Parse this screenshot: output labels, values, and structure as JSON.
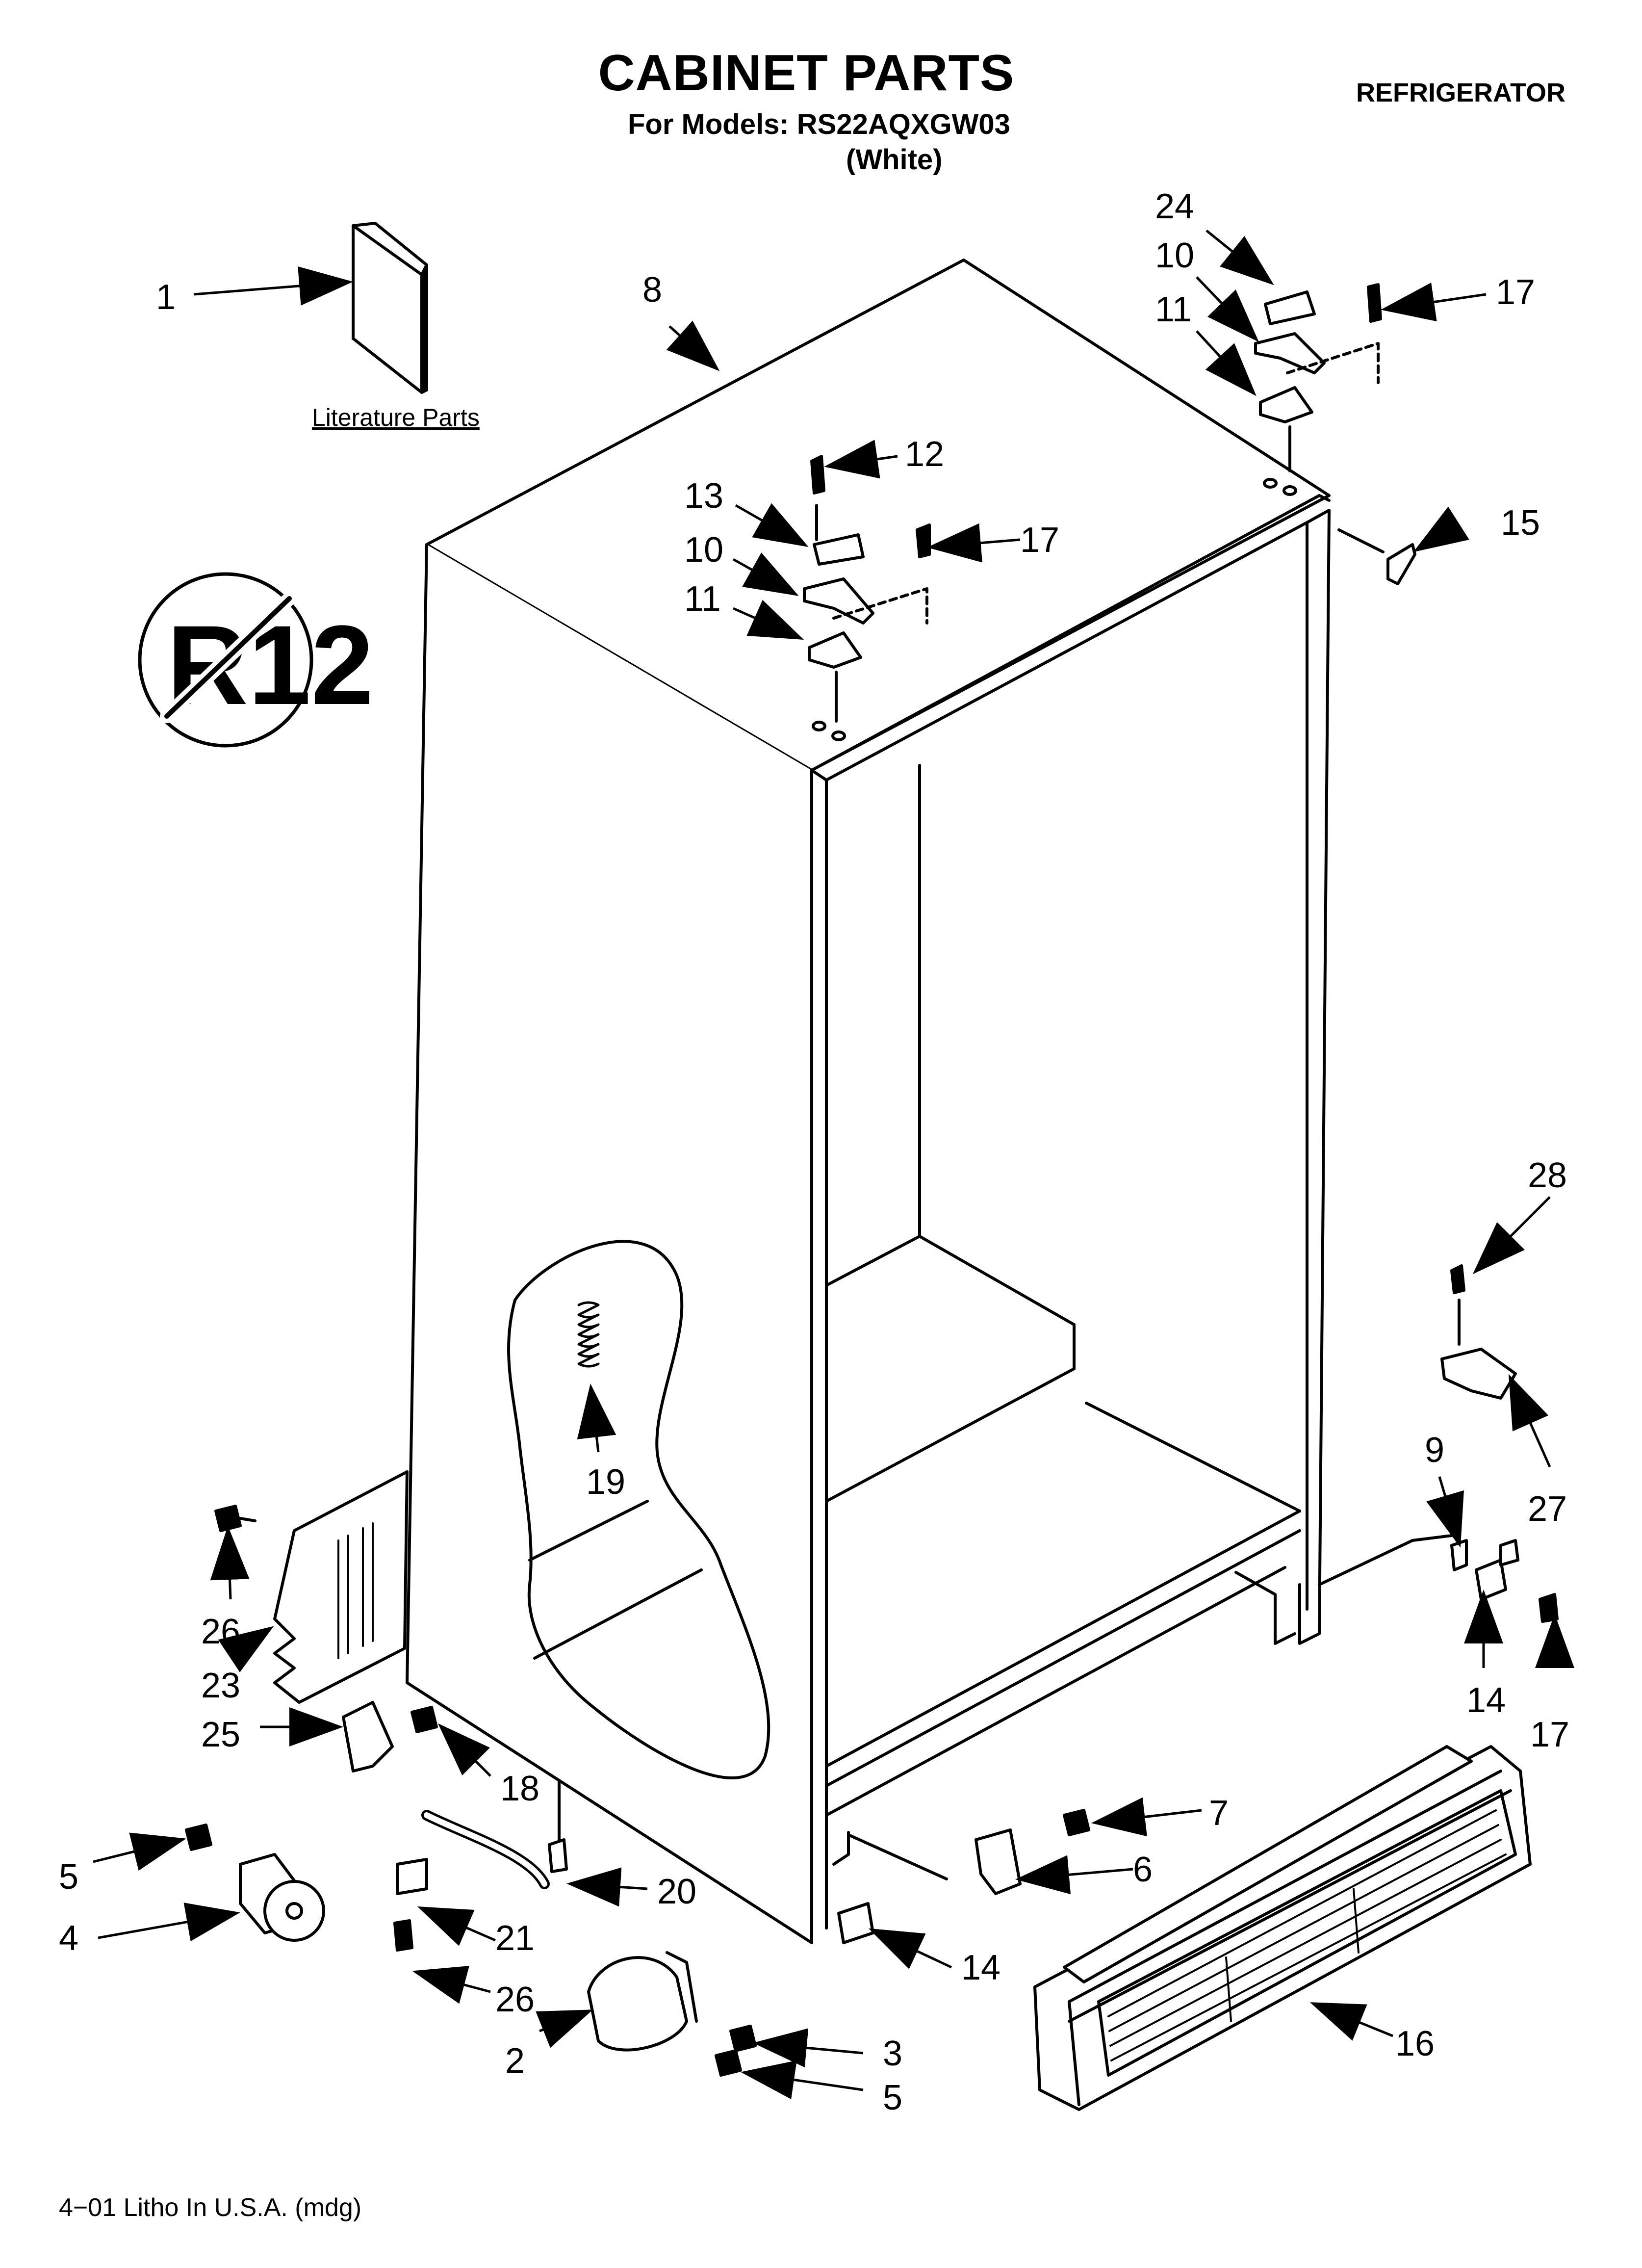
{
  "header": {
    "title": "CABINET PARTS",
    "models": "For Models: RS22AQXGW03",
    "color": "(White)",
    "category": "REFRIGERATOR"
  },
  "literature_label": "Literature Parts",
  "footer": "4−01 Litho In U.S.A. (mdg)",
  "callouts": [
    "1",
    "8",
    "24",
    "10",
    "11",
    "17",
    "12",
    "13",
    "10",
    "17",
    "11",
    "15",
    "28",
    "27",
    "9",
    "14",
    "17",
    "19",
    "26",
    "23",
    "25",
    "18",
    "7",
    "6",
    "5",
    "4",
    "20",
    "21",
    "14",
    "16",
    "26",
    "2",
    "3",
    "5"
  ]
}
